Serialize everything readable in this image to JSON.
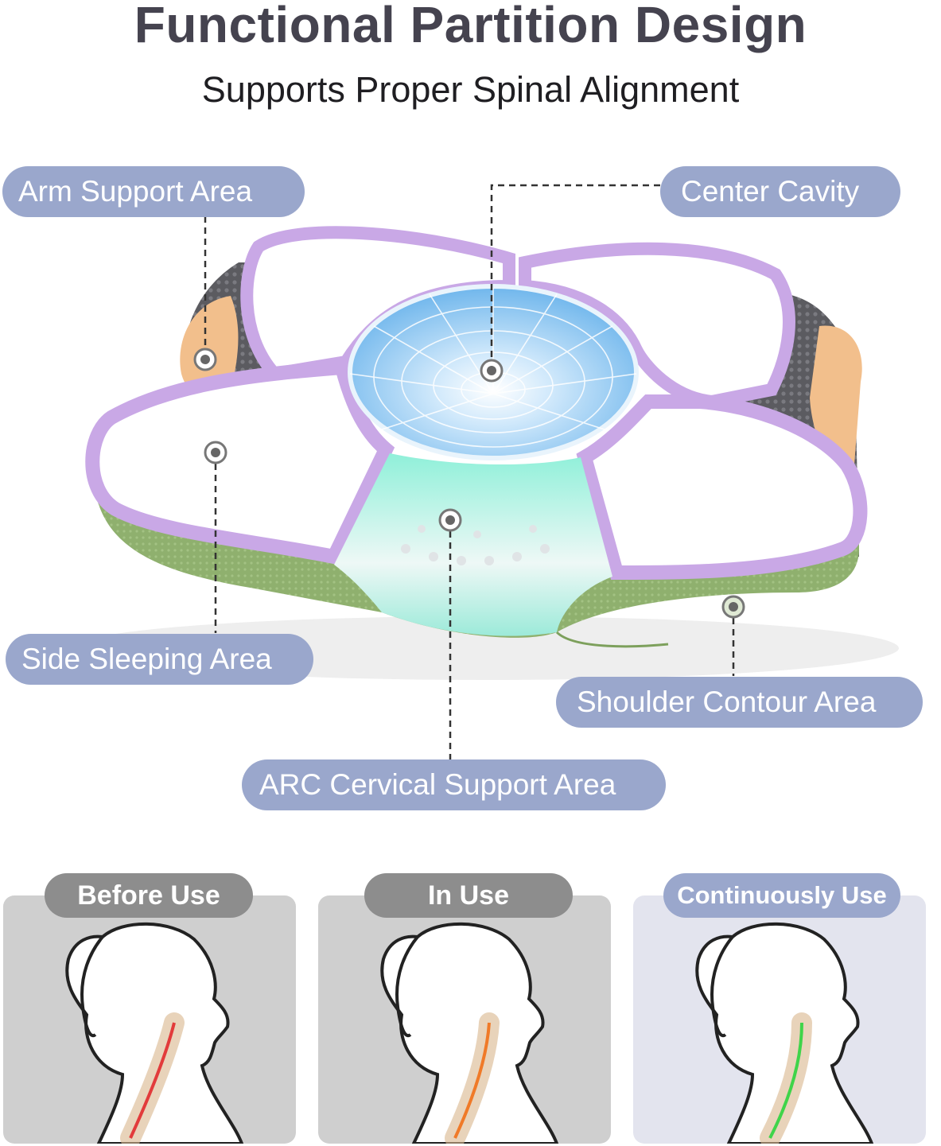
{
  "header": {
    "title": "Functional Partition Design",
    "subtitle": "Supports Proper Spinal Alignment"
  },
  "callouts": {
    "arm_support": "Arm Support Area",
    "center_cavity": "Center Cavity",
    "side_sleeping": "Side Sleeping Area",
    "shoulder_contour": "Shoulder Contour Area",
    "arc_cervical": "ARC Cervical Support Area"
  },
  "stages": [
    {
      "label": "Before Use",
      "spine_color": "#e23b3b",
      "pill_color": "#8d8d8d"
    },
    {
      "label": "In Use",
      "spine_color": "#f07a28",
      "pill_color": "#8d8d8d"
    },
    {
      "label": "Continuously Use",
      "spine_color": "#3fd44a",
      "pill_color": "#9aa7cc"
    }
  ],
  "colors": {
    "label_bg": "#9aa7cc",
    "title": "#45434f",
    "purple_edge": "#c9a8e6",
    "center_blue": "#6fb6ec",
    "arc_mint": "#6fe6cf",
    "foam_green": "#93b573",
    "arm_orange": "#f2bf8c",
    "mesh_gray": "#5e5e63"
  }
}
